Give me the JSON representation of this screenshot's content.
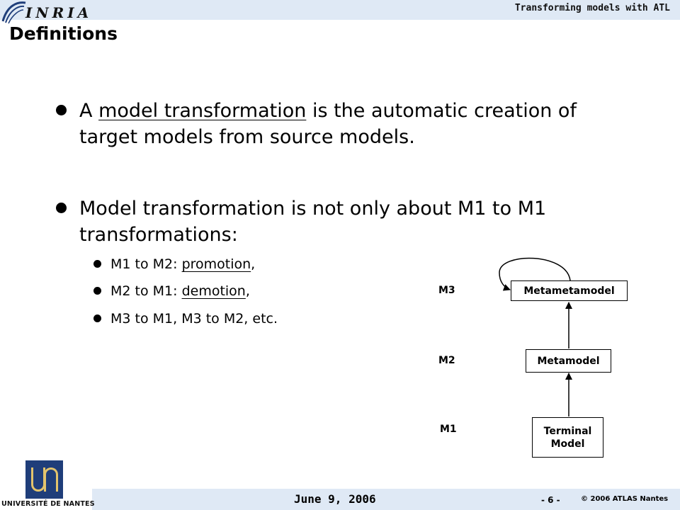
{
  "header": {
    "logo_text": "INRIA",
    "title": "Transforming models with ATL"
  },
  "slide": {
    "title": "Definitions",
    "bullet1": {
      "pre": "A ",
      "link": "model transformation",
      "post": " is the automatic creation of",
      "line2": "target models from source models."
    },
    "bullet2": {
      "line1": "Model transformation is not only about M1 to M1",
      "line2": "transformations:"
    },
    "sub1": {
      "pre": "M1 to M2: ",
      "link": "promotion",
      "post": ","
    },
    "sub2": {
      "pre": "M2 to M1: ",
      "link": "demotion",
      "post": ","
    },
    "sub3": {
      "text": "M3 to M1, M3 to M2, etc."
    }
  },
  "diagram": {
    "levels": [
      "M3",
      "M2",
      "M1"
    ],
    "boxes": {
      "metametamodel": "Metametamodel",
      "metamodel": "Metamodel",
      "terminal_line1": "Terminal",
      "terminal_line2": "Model"
    }
  },
  "footer": {
    "date": "June 9, 2006",
    "page": "- 6 -",
    "copyright": "© 2006 ATLAS Nantes",
    "university": "UNIVERSITÉ DE NANTES",
    "university_mark": "UN"
  },
  "colors": {
    "band": "#dfe9f5",
    "nantes_blue": "#1f3e7a",
    "nantes_gold": "#e3c46c"
  }
}
